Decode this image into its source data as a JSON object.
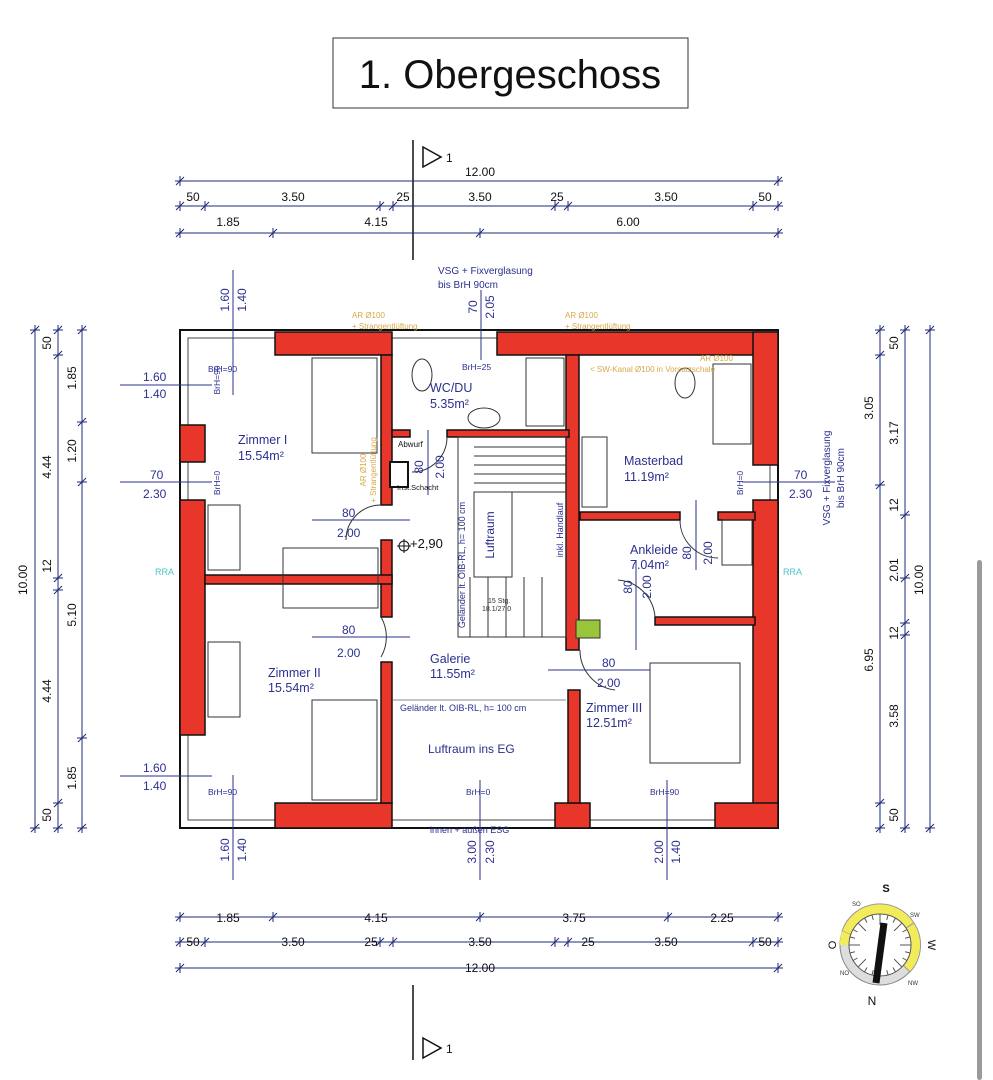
{
  "title": "1. Obergeschoss",
  "section_marker": "1",
  "rooms": [
    {
      "name": "Zimmer I",
      "area": "15.54m²"
    },
    {
      "name": "WC/DU",
      "area": "5.35m²"
    },
    {
      "name": "Masterbad",
      "area": "11.19m²"
    },
    {
      "name": "Ankleide",
      "area": "7.04m²"
    },
    {
      "name": "Zimmer II",
      "area": "15.54m²"
    },
    {
      "name": "Galerie",
      "area": "11.55m²"
    },
    {
      "name": "Zimmer III",
      "area": "12.51m²"
    }
  ],
  "labels": {
    "luftraum": "Luftraum",
    "luftraum_eg": "Luftraum ins EG",
    "gelaender": "Geländer lt. OIB-RL, h= 100 cm",
    "handlauf": "inkl. Handlauf",
    "stairs_count": "15 Stg.",
    "stairs_ratio": "18.1/27.0",
    "level": "+2,90",
    "abwurf": "Abwurf",
    "inst_schacht": "Inst.Schacht",
    "glazing_1": "VSG + Fixverglasung",
    "glazing_2": "bis BrH 90cm",
    "esg": "innen + außen ESG",
    "ar": "AR Ø100",
    "strang": "+ Strangentlüftung",
    "sw_kanal": "< SW-Kanal Ø100 in Vorsatzschale",
    "rra": "RRA",
    "brh_90": "BrH=90",
    "brh_0": "BrH=0",
    "brh_25": "BrH=25"
  },
  "dimensions": {
    "top_total": "12.00",
    "top_detail": [
      "50",
      "3.50",
      "25",
      "3.50",
      "25",
      "3.50",
      "50"
    ],
    "top_axis": [
      "1.85",
      "4.15",
      "6.00"
    ],
    "bottom_axis": [
      "1.85",
      "4.15",
      "3.75",
      "2.25"
    ],
    "bottom_detail": [
      "50",
      "3.50",
      "25",
      "3.50",
      "25",
      "3.50",
      "50"
    ],
    "bottom_total": "12.00",
    "left_total": "10.00",
    "left_detail": [
      "50",
      "4.44",
      "12",
      "4.44",
      "50"
    ],
    "left_axis": [
      "1.85",
      "1.20",
      "5.10",
      "1.85"
    ],
    "right_detail": [
      "50",
      "3.05",
      "6.95",
      "50"
    ],
    "right_axis": [
      "3.17",
      "12",
      "2.01",
      "12",
      "3.58"
    ],
    "right_total": "10.00",
    "openings": {
      "w_top_left": [
        "1.60",
        "1.40"
      ],
      "w_top_mid": [
        "70",
        "2.05"
      ],
      "w_left_1": [
        "1.60",
        "1.40"
      ],
      "w_left_2": [
        "70",
        "2.30"
      ],
      "w_left_3": [
        "1.60",
        "1.40"
      ],
      "w_right": [
        "70",
        "2.30"
      ],
      "w_bottom_left": [
        "1.60",
        "1.40"
      ],
      "w_bottom_mid": [
        "3.00",
        "2.30"
      ],
      "w_bottom_right": [
        "2.00",
        "1.40"
      ],
      "d_wc": [
        "80",
        "2.00"
      ],
      "d_z1": [
        "80",
        "2.00"
      ],
      "d_z2": [
        "80",
        "2.00"
      ],
      "d_z3": [
        "80",
        "2.00"
      ],
      "d_bad": [
        "80",
        "2.00"
      ],
      "d_ankl": [
        "80",
        "2.00"
      ]
    }
  },
  "compass": {
    "n": "N",
    "s": "S",
    "o": "O",
    "w": "W",
    "so": "SO",
    "sw": "SW",
    "no": "NO",
    "nw": "NW"
  },
  "colors": {
    "wall": "#e8372a",
    "text": "#2b2f8f",
    "annotation": "#d9a84a",
    "compass_ring": "#f2ec5a"
  }
}
